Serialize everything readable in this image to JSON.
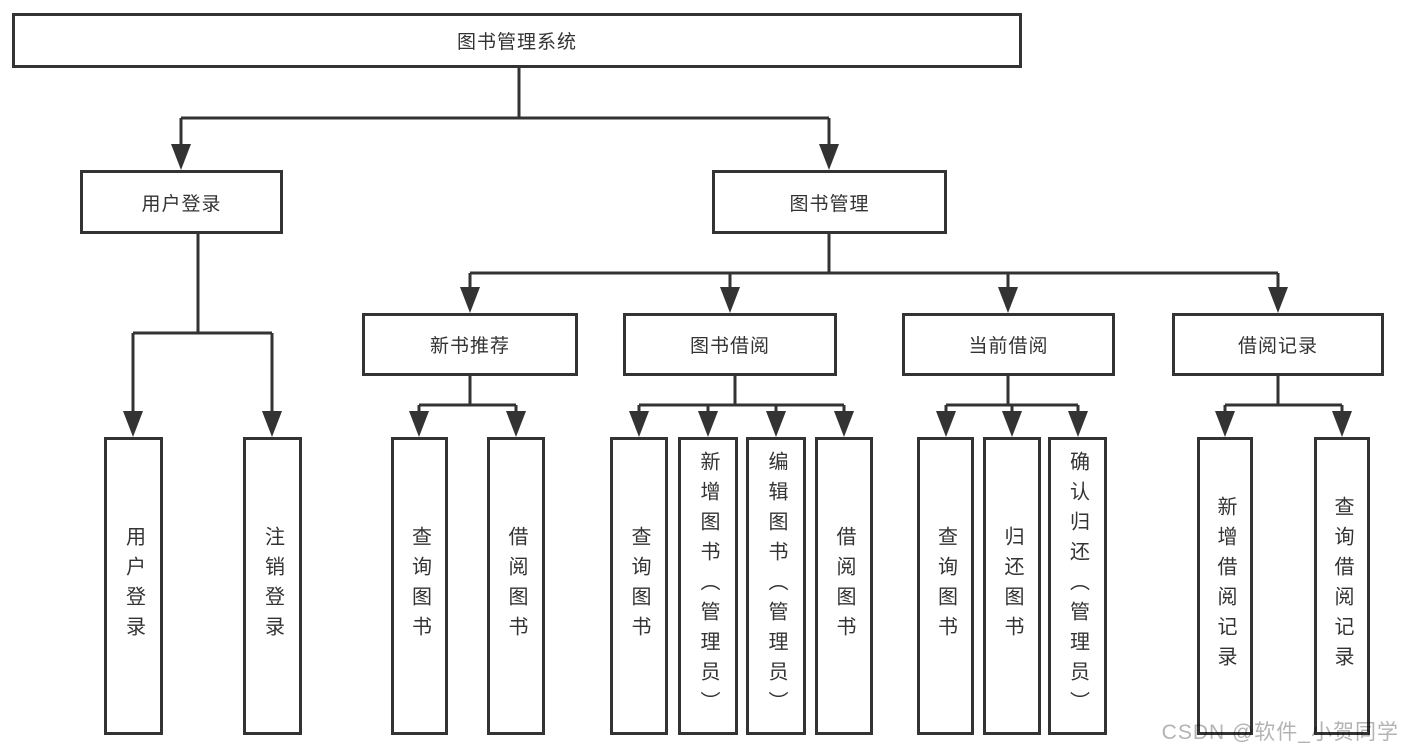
{
  "root": {
    "label": "图书管理系统"
  },
  "level2": {
    "user_login": {
      "label": "用户登录"
    },
    "book_mgmt": {
      "label": "图书管理"
    }
  },
  "level3": {
    "new_books": {
      "label": "新书推荐"
    },
    "book_borrow": {
      "label": "图书借阅"
    },
    "current_borrow": {
      "label": "当前借阅"
    },
    "borrow_records": {
      "label": "借阅记录"
    }
  },
  "leaves": {
    "user_login": [
      "用户登录",
      "注销登录"
    ],
    "new_books": [
      "查询图书",
      "借阅图书"
    ],
    "book_borrow": [
      "查询图书",
      "新增图书（管理员）",
      "编辑图书（管理员）",
      "借阅图书"
    ],
    "current_borrow": [
      "查询图书",
      "归还图书",
      "确认归还（管理员）"
    ],
    "borrow_records": [
      "新增借阅记录",
      "查询借阅记录"
    ]
  },
  "watermark": {
    "text": "CSDN @软件_小贺同学"
  },
  "colors": {
    "line": "#333333",
    "text": "#333333",
    "background": "#ffffff",
    "watermark": "#b3b3b3"
  }
}
